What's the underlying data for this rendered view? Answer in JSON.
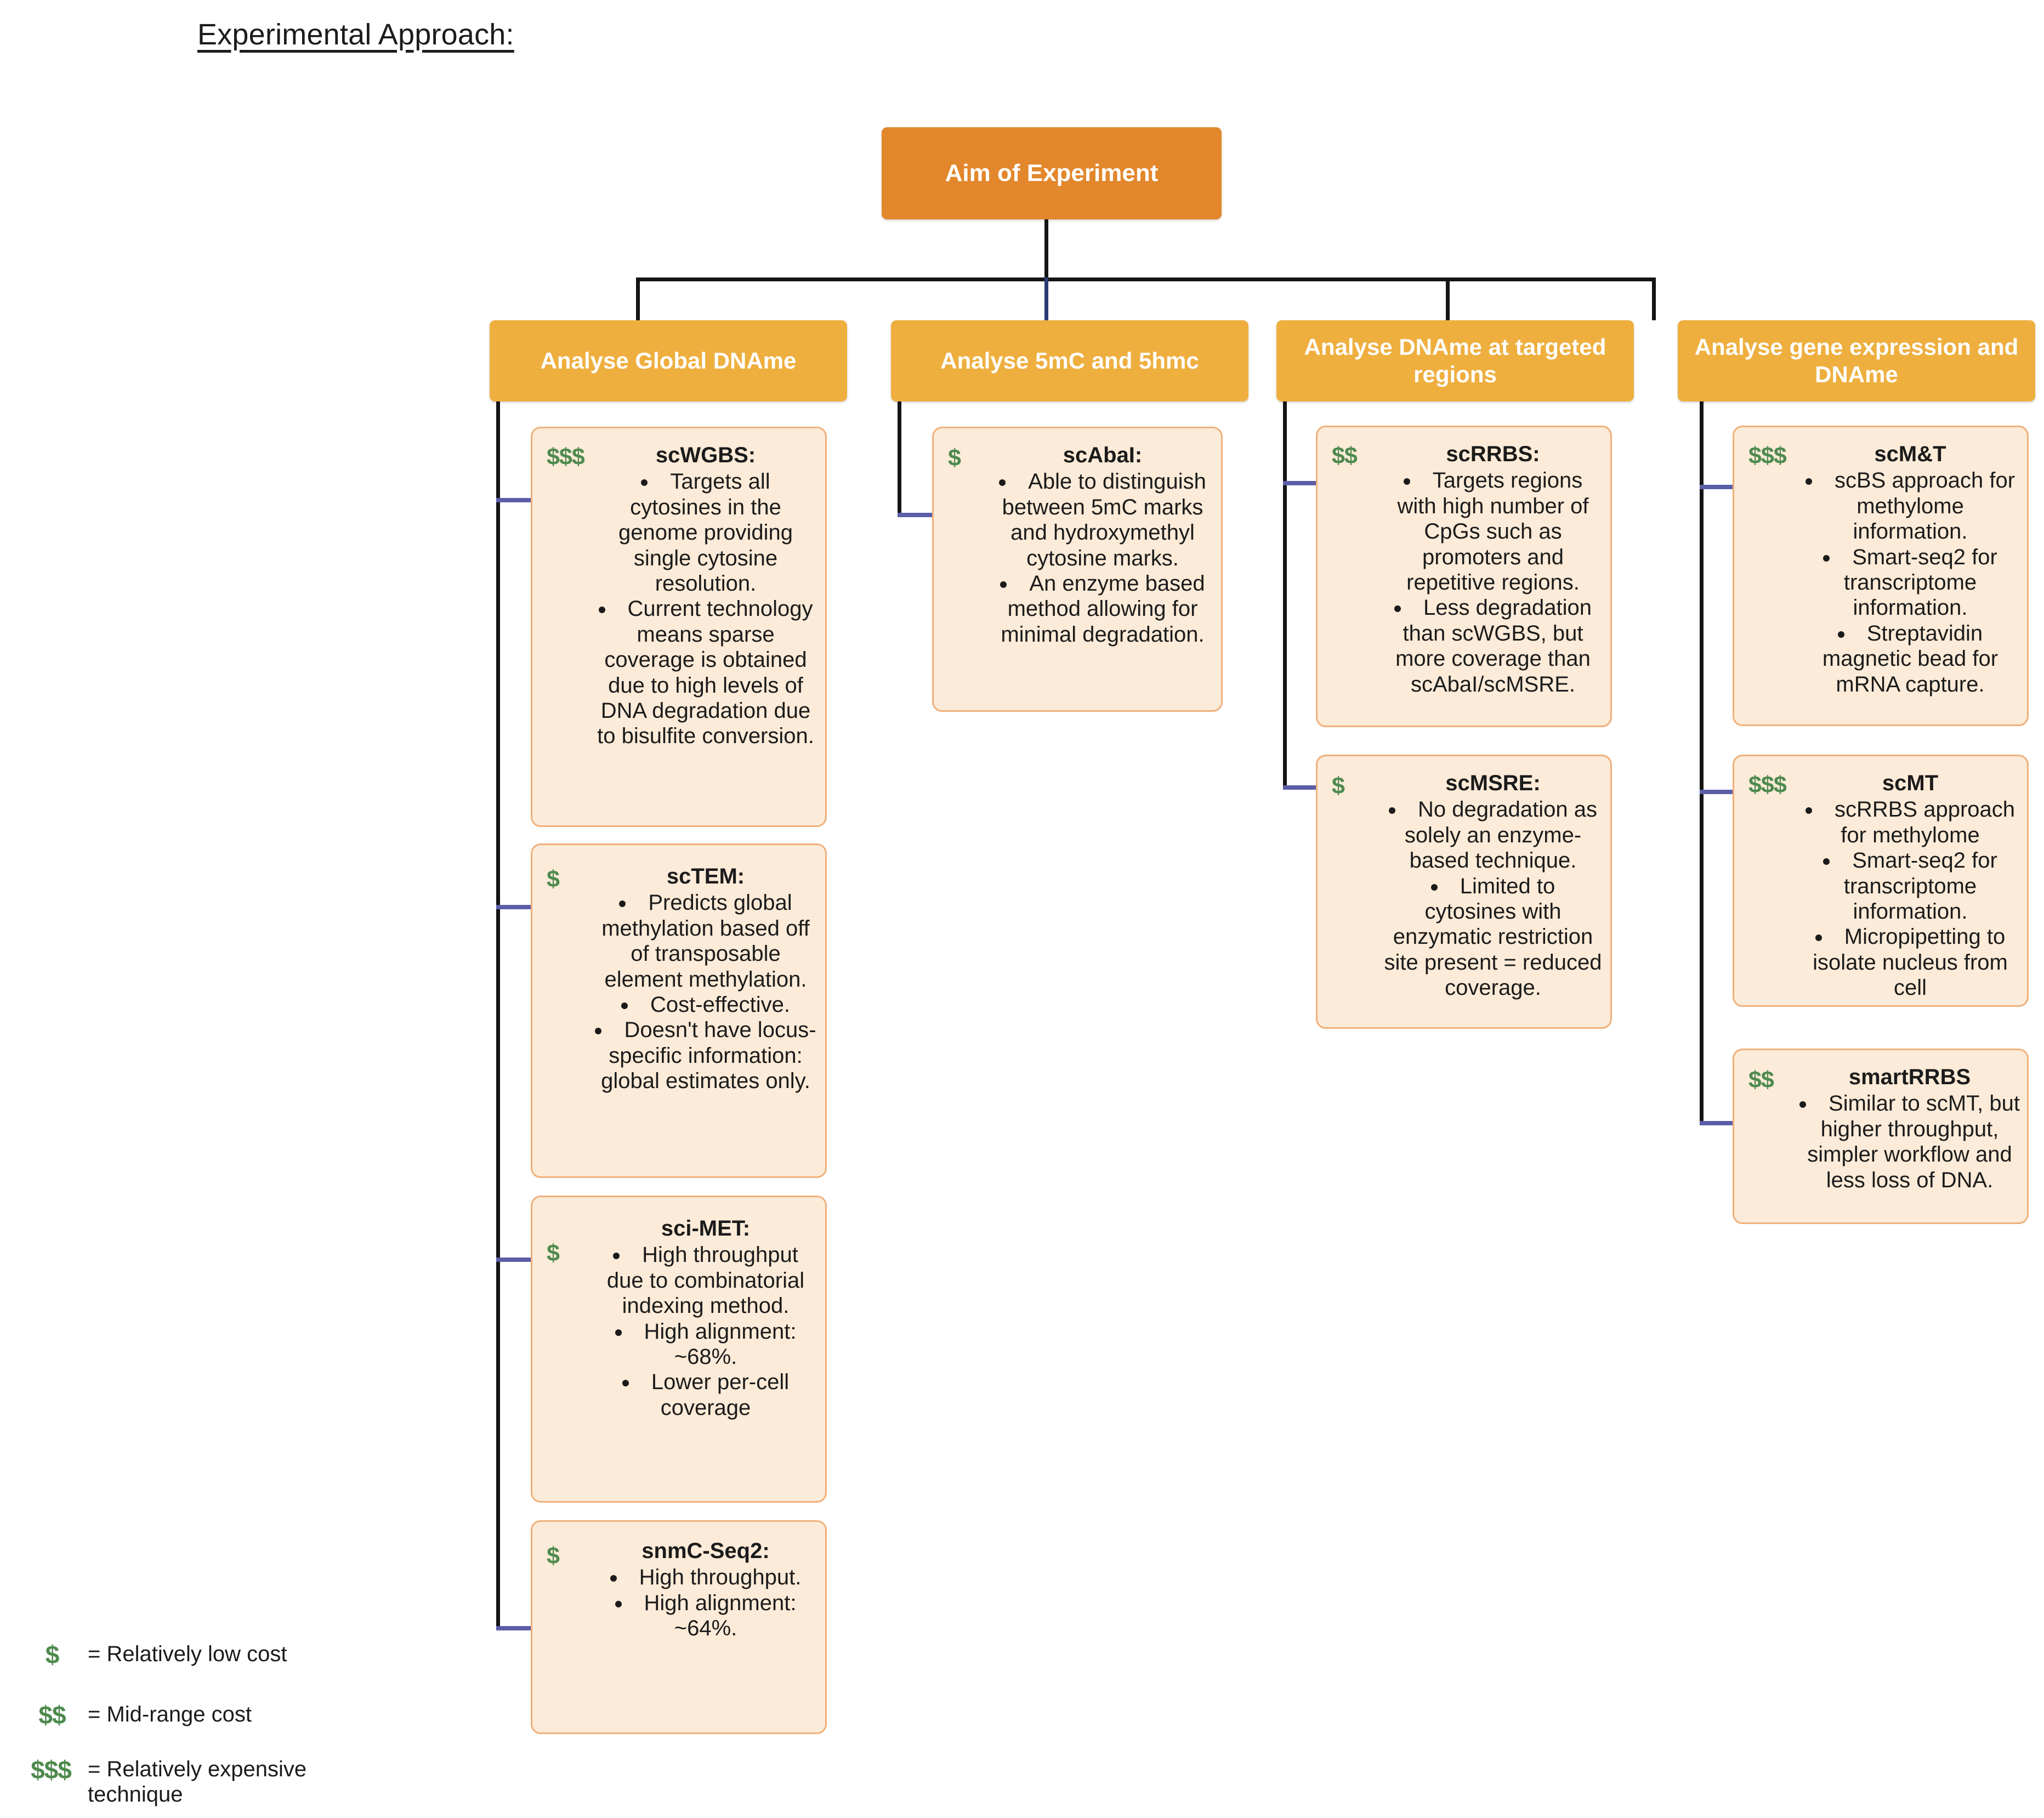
{
  "page": {
    "title": "Experimental Approach:"
  },
  "root": {
    "label": "Aim of Experiment"
  },
  "categories": [
    {
      "label": "Analyse Global DNAme"
    },
    {
      "label": "Analyse 5mC and 5hmc"
    },
    {
      "label": "Analyse DNAme at targeted regions"
    },
    {
      "label": "Analyse gene expression and DNAme"
    }
  ],
  "cards": [
    {
      "id": "scwgbs",
      "cost": "$$$",
      "title": "scWGBS:",
      "bullets": [
        "Targets all cytosines in the genome providing single cytosine resolution.",
        "Current technology means sparse coverage is obtained due to high levels of DNA degradation due to bisulfite conversion."
      ]
    },
    {
      "id": "sctem",
      "cost": "$",
      "title": "scTEM:",
      "bullets": [
        "Predicts global methylation based off of transposable element methylation.",
        "Cost-effective.",
        "Doesn't have locus-specific information: global estimates only."
      ]
    },
    {
      "id": "sci-met",
      "cost": "$",
      "title": "sci-MET:",
      "bullets": [
        "High throughput due to combinatorial indexing method.",
        "High alignment: ~68%.",
        "Lower per-cell coverage"
      ]
    },
    {
      "id": "snmc-seq2",
      "cost": "$",
      "title": "snmC-Seq2:",
      "bullets": [
        "High throughput.",
        "High alignment: ~64%."
      ]
    },
    {
      "id": "scabai",
      "cost": "$",
      "title": "scAbaI:",
      "bullets": [
        "Able to distinguish between 5mC marks and hydroxymethyl cytosine marks.",
        "An enzyme based method allowing for minimal degradation."
      ]
    },
    {
      "id": "scrrbs",
      "cost": "$$",
      "title": "scRRBS:",
      "bullets": [
        "Targets regions with high number of CpGs such as promoters and repetitive regions.",
        "Less degradation than scWGBS, but more coverage than scAbaI/scMSRE."
      ]
    },
    {
      "id": "scmsre",
      "cost": "$",
      "title": "scMSRE:",
      "bullets": [
        "No degradation as solely an enzyme-based technique.",
        "Limited to cytosines with enzymatic restriction site present = reduced coverage."
      ]
    },
    {
      "id": "scmandt",
      "cost": "$$$",
      "title": "scM&T",
      "bullets": [
        "scBS approach for methylome information.",
        "Smart-seq2 for transcriptome information.",
        "Streptavidin magnetic bead for mRNA capture."
      ]
    },
    {
      "id": "scmt",
      "cost": "$$$",
      "title": "scMT",
      "bullets": [
        "scRRBS approach for methylome",
        "Smart-seq2 for transcriptome information.",
        "Micropipetting to isolate nucleus from cell"
      ]
    },
    {
      "id": "smartrrbs",
      "cost": "$$",
      "title": "smartRRBS",
      "bullets": [
        "Similar to scMT, but higher throughput, simpler workflow and less loss of DNA."
      ]
    }
  ],
  "legend": [
    {
      "symbol": "$",
      "text": "= Relatively low cost"
    },
    {
      "symbol": "$$",
      "text": "= Mid-range cost"
    },
    {
      "symbol": "$$$",
      "text": "= Relatively expensive technique"
    }
  ],
  "colors": {
    "root_node": "#e2872c",
    "category_node": "#eeaf3f",
    "card_background": "#fcebd8",
    "card_border": "#f0b07a",
    "cost_green": "#4e8a4e",
    "connector_black": "#141414",
    "connector_blue": "#5b5ea6"
  }
}
